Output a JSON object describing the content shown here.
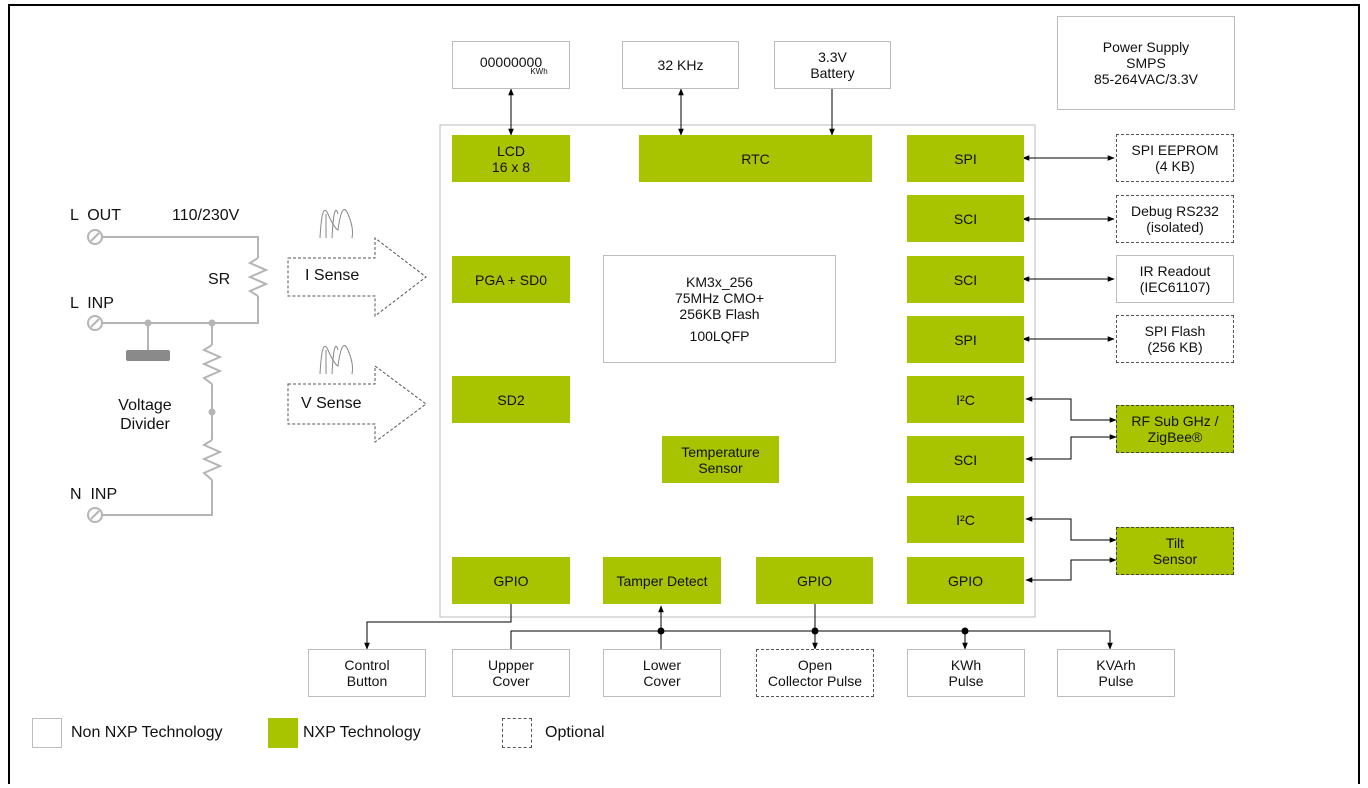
{
  "mcu": {
    "name": "KM3x_256",
    "line2": "75MHz CMO+",
    "line3": "256KB Flash",
    "package": "100LQFP"
  },
  "lcd_display": {
    "digits": "00000000",
    "unit": "KWh"
  },
  "crystal": "32 KHz",
  "battery": "3.3V\nBattery",
  "power_supply": "Power Supply\nSMPS\n85-264VAC/3.3V",
  "peripherals": {
    "lcd": "LCD\n16 x 8",
    "rtc": "RTC",
    "pga_sd0": "PGA + SD0",
    "sd2": "SD2",
    "temp_sensor": "Temperature\nSensor",
    "gpio_left": "GPIO",
    "tamper": "Tamper Detect",
    "gpio_mid": "GPIO",
    "right": [
      "SPI",
      "SCI",
      "SCI",
      "SPI",
      "I²C",
      "SCI",
      "I²C",
      "GPIO"
    ]
  },
  "external_right": {
    "spi_eeprom": "SPI EEPROM\n(4 KB)",
    "debug": "Debug RS232\n(isolated)",
    "ir": "IR Readout\n(IEC61107)",
    "spi_flash": "SPI Flash\n(256 KB)",
    "rf": "RF Sub GHz /\nZigBee®",
    "tilt": "Tilt\nSensor"
  },
  "external_bottom": {
    "control": "Control\nButton",
    "upper": "Uppper\nCover",
    "lower": "Lower\nCover",
    "open_collector": "Open\nCollector Pulse",
    "kwh": "KWh\nPulse",
    "kvarh": "KVArh\nPulse"
  },
  "front_end": {
    "l_out": "L  OUT",
    "voltage": "110/230V",
    "sr": "SR",
    "l_inp": "L  INP",
    "divider": "Voltage\nDivider",
    "n_inp": "N  INP",
    "i_sense": "I Sense",
    "v_sense": "V Sense"
  },
  "legend": {
    "non_nxp": "Non NXP Technology",
    "nxp": "NXP Technology",
    "optional": "Optional"
  },
  "colors": {
    "nxp_green": "#a8c400",
    "border_gray": "#bdbdbd",
    "wire_gray": "#b5b5b5"
  }
}
